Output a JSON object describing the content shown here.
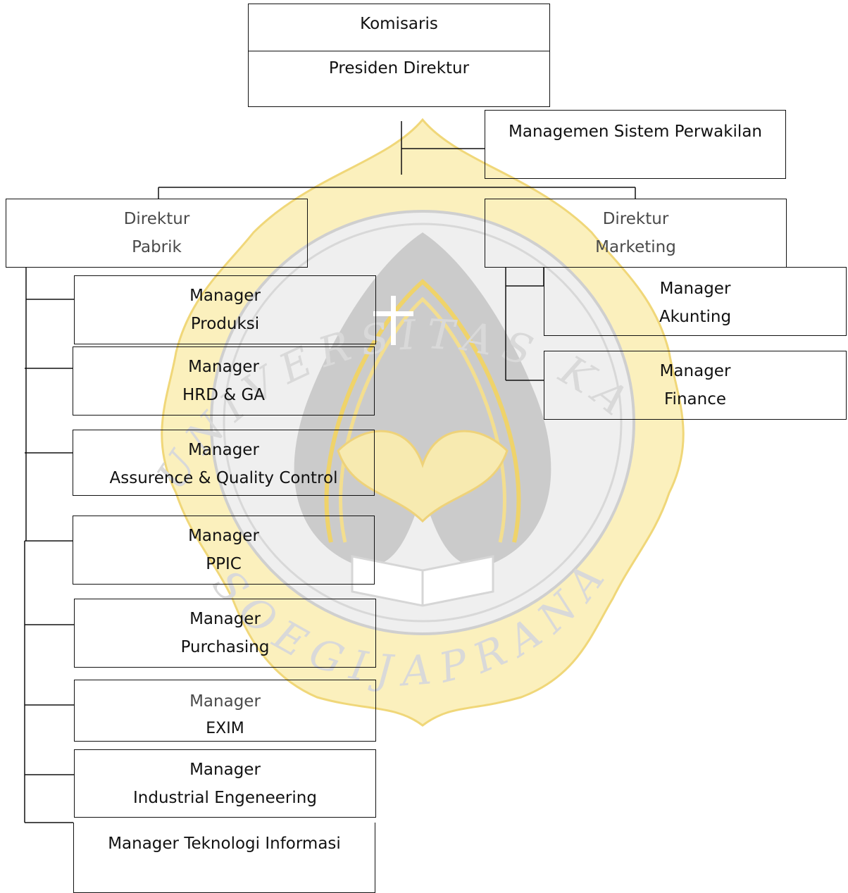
{
  "watermark": {
    "arc_text": "UNIVERSITAS KATOLIK SOEGIJAPRANATA",
    "colors": {
      "gold": "#f5e08c",
      "gold_line": "#efd36a",
      "grey": "#d6d6d6",
      "dark": "#c8c8c8"
    }
  },
  "org_chart": {
    "komisaris": "Komisaris",
    "presiden_direktur": "Presiden Direktur",
    "managemen_sistem": "Managemen Sistem Perwakilan",
    "direktur_pabrik": {
      "line1": "Direktur",
      "line2": "Pabrik"
    },
    "direktur_marketing": {
      "line1": "Direktur",
      "line2": "Marketing"
    },
    "pabrik_managers": [
      {
        "line1": "Manager",
        "line2": "Produksi"
      },
      {
        "line1": "Manager",
        "line2": "HRD & GA"
      },
      {
        "line1": "Manager",
        "line2": "Assurence & Quality Control"
      },
      {
        "line1": "Manager",
        "line2": "PPIC"
      },
      {
        "line1": "Manager",
        "line2": "Purchasing"
      },
      {
        "line1": "Manager",
        "line2": "EXIM"
      },
      {
        "line1": "Manager",
        "line2": "Industrial Engeneering"
      },
      {
        "line1": "Manager Teknologi Informasi"
      }
    ],
    "marketing_managers": [
      {
        "line1": "Manager",
        "line2": "Akunting"
      },
      {
        "line1": "Manager",
        "line2": "Finance"
      }
    ]
  }
}
